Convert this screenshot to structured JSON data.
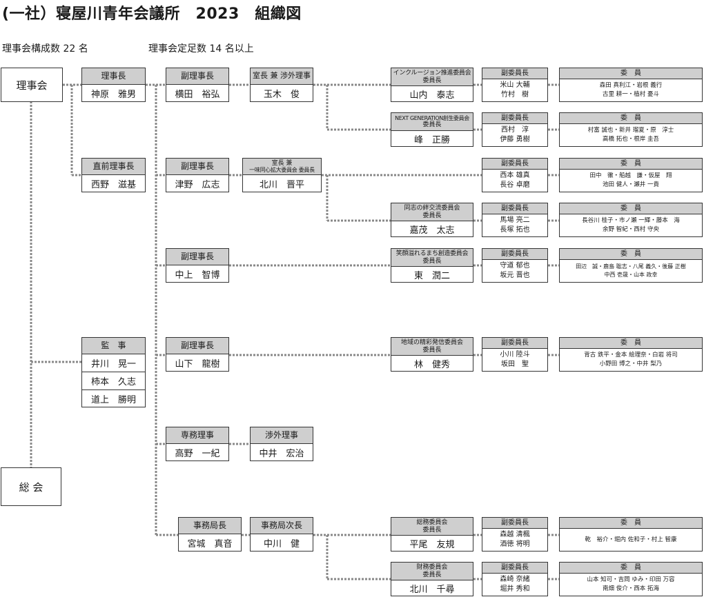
{
  "title": "(一社）寝屋川青年会議所　2023　組織図",
  "subtitle": {
    "members": "理事会構成数 22 名",
    "quorum": "理事会定足数  14 名以上"
  },
  "bodies": {
    "board": "理事会",
    "general": "総 会"
  },
  "president": {
    "role": "理事長",
    "name": "神原　雅男"
  },
  "past_president": {
    "role": "直前理事長",
    "name": "西野　滋基"
  },
  "auditors": {
    "role": "監　事",
    "names": [
      "井川　晃一",
      "柿本　久志",
      "道上　勝明"
    ]
  },
  "vice_presidents": [
    {
      "role": "副理事長",
      "name": "横田　裕弘"
    },
    {
      "role": "副理事長",
      "name": "津野　広志"
    },
    {
      "role": "副理事長",
      "name": "中上　智博"
    },
    {
      "role": "副理事長",
      "name": "山下　龍樹"
    }
  ],
  "managing_director": {
    "role": "専務理事",
    "name": "高野　一紀"
  },
  "secretary_general": {
    "role": "事務局長",
    "name": "宮城　真音"
  },
  "deputy_secretary": {
    "role": "事務局次長",
    "name": "中川　健"
  },
  "external_director": {
    "role": "渉外理事",
    "name": "中井　宏治"
  },
  "office_chiefs": [
    {
      "role": "室長 兼 渉外理事",
      "name": "玉木　俊"
    },
    {
      "role_line1": "室長 兼",
      "role_line2": "一味同心拡大委員会 委員長",
      "name": "北川　晋平"
    }
  ],
  "committees": [
    {
      "title": "インクルージョン推進委員会",
      "role": "委員長",
      "chair": "山内　泰志",
      "vice_label": "副委員長",
      "vices": [
        "米山 大輔",
        "竹村　樹"
      ],
      "member_label": "委　員",
      "members": [
        "森田 真利江・岩根 義行",
        "古里 耕一・植村 憂斗"
      ]
    },
    {
      "title": "NEXT GENERATION創生委員会",
      "role": "委員長",
      "chair": "峰　正勝",
      "vice_label": "副委員長",
      "vices": [
        "西村　淳",
        "伊藤 勇樹"
      ],
      "member_label": "委　員",
      "members": [
        "村富 誠也・新井 瑠夏・原　淳士",
        "高橋 拓也・根岸 圭吾"
      ]
    },
    {
      "title": "",
      "role": "",
      "chair": "",
      "vice_label": "副委員長",
      "vices": [
        "西本 雄真",
        "長谷 卓磨"
      ],
      "member_label": "委　員",
      "members": [
        "田中　徹・船越　謙・仮屋　翔",
        "池田 健人・瀬井 一貴"
      ]
    },
    {
      "title": "同志の絆交流委員会",
      "role": "委員長",
      "chair": "嘉茂　太志",
      "vice_label": "副委員長",
      "vices": [
        "馬場 亮二",
        "長塚 拓也"
      ],
      "member_label": "委　員",
      "members": [
        "長谷川 桂子・市ノ瀬 一輝・藤本　海",
        "余野 智紀・西村 守央"
      ]
    },
    {
      "title": "笑顔溢れるまち創造委員会",
      "role": "委員長",
      "chair": "東　潤二",
      "vice_label": "副委員長",
      "vices": [
        "守道 郁也",
        "坂元 晋也"
      ],
      "member_label": "委　員",
      "members": [
        "田辺　誠・鹿島 聡志・八尾 義久・後藤 正樹",
        "中西 壱晟・山本 政幸"
      ]
    },
    {
      "title": "地域の精彩発信委員会",
      "role": "委員長",
      "chair": "林　健秀",
      "vice_label": "副委員長",
      "vices": [
        "小川 陸斗",
        "坂田　聖"
      ],
      "member_label": "委　員",
      "members": [
        "背古 鉄平・金本 絵理奈・白岩 将司",
        "小野田 博之・中井 梨乃"
      ]
    },
    {
      "title": "総務委員会",
      "role": "委員長",
      "chair": "平尾　友規",
      "vice_label": "副委員長",
      "vices": [
        "森越 清楓",
        "酒徳 将明"
      ],
      "member_label": "委　員",
      "members": [
        "乾　裕介・堀内 佐和子・村上 智康"
      ]
    },
    {
      "title": "財務委員会",
      "role": "委員長",
      "chair": "北川　千尋",
      "vice_label": "副委員長",
      "vices": [
        "森崎 奈緒",
        "堀井 秀和"
      ],
      "member_label": "委　員",
      "members": [
        "山本 知可・吉岡 ゆみ・印田 万容",
        "南畑 俊介・西本 拓海"
      ]
    }
  ]
}
